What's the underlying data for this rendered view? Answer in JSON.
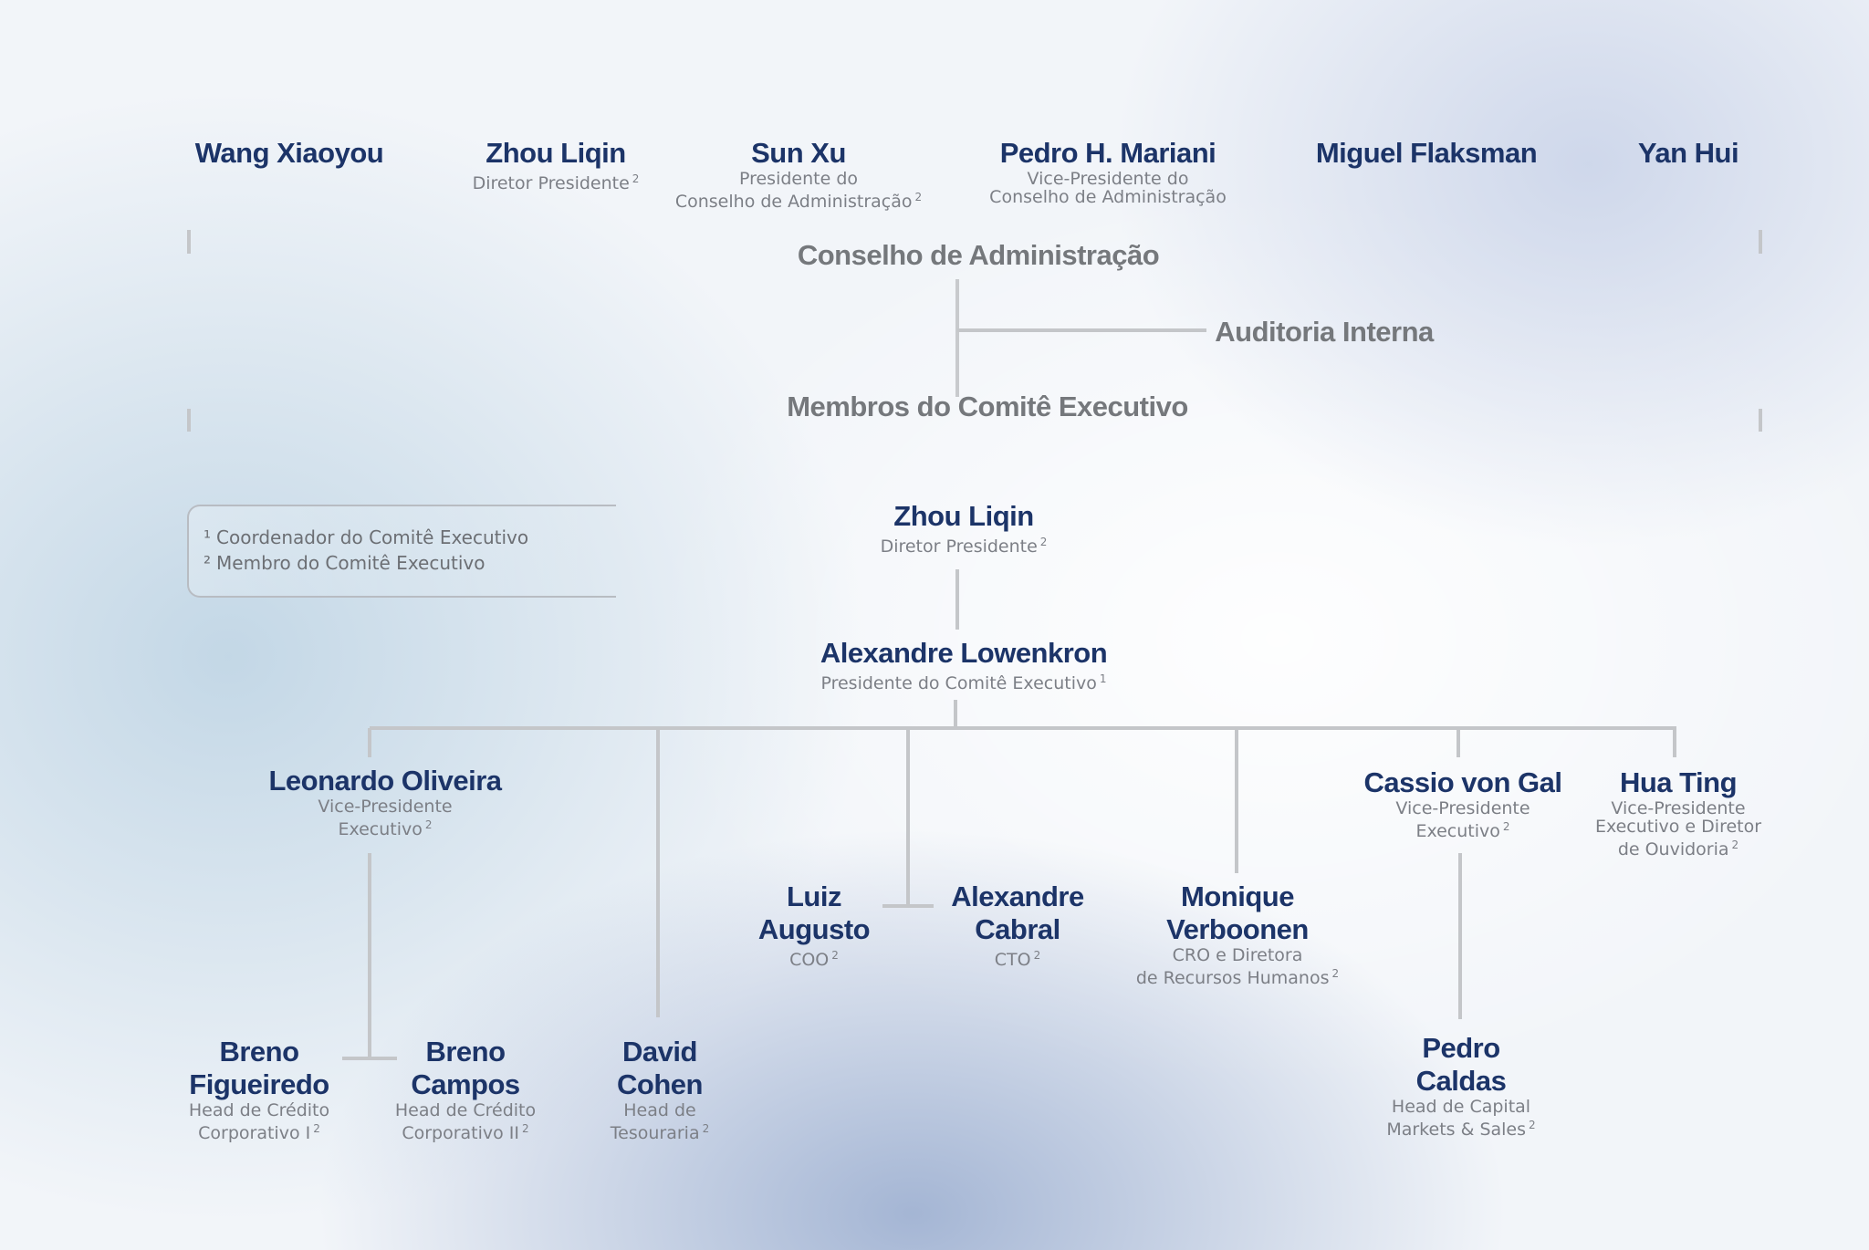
{
  "board": {
    "members": [
      {
        "name": "Wang Xiaoyou",
        "role_line1": "",
        "role_line2": "",
        "note": ""
      },
      {
        "name": "Zhou Liqin",
        "role_line1": "Diretor Presidente",
        "role_line2": "",
        "note": "2"
      },
      {
        "name": "Sun Xu",
        "role_line1": "Presidente do",
        "role_line2": "Conselho de Administração",
        "note": "2"
      },
      {
        "name": "Pedro H. Mariani",
        "role_line1": "Vice-Presidente do",
        "role_line2": "Conselho de Administração",
        "note": ""
      },
      {
        "name": "Miguel Flaksman",
        "role_line1": "",
        "role_line2": "",
        "note": ""
      },
      {
        "name": "Yan Hui",
        "role_line1": "",
        "role_line2": "",
        "note": ""
      }
    ],
    "section_label": "Conselho de Administração"
  },
  "audit": {
    "label": "Auditoria Interna"
  },
  "committee": {
    "section_label": "Membros do Comitê Executivo"
  },
  "legend": {
    "items": [
      {
        "mark": "¹",
        "text": "Coordenador do Comitê Executivo"
      },
      {
        "mark": "²",
        "text": "Membro do Comitê Executivo"
      }
    ]
  },
  "executives": {
    "ceo": {
      "name": "Zhou Liqin",
      "role_line1": "Diretor Presidente",
      "note": "2"
    },
    "president": {
      "name": "Alexandre Lowenkron",
      "role_line1": "Presidente do Comitê Executivo",
      "note": "1"
    },
    "leonardo": {
      "name": "Leonardo Oliveira",
      "role_line1": "Vice-Presidente",
      "role_line2": "Executivo",
      "note": "2"
    },
    "cassio": {
      "name": "Cassio von Gal",
      "role_line1": "Vice-Presidente",
      "role_line2": "Executivo",
      "note": "2"
    },
    "hua": {
      "name": "Hua Ting",
      "role_line1": "Vice-Presidente",
      "role_line2": "Executivo e Diretor",
      "role_line3": "de Ouvidoria",
      "note": "2"
    },
    "luiz": {
      "name_line1": "Luiz",
      "name_line2": "Augusto",
      "role_line1": "COO",
      "note": "2"
    },
    "alexandre_cabral": {
      "name_line1": "Alexandre",
      "name_line2": "Cabral",
      "role_line1": "CTO",
      "note": "2"
    },
    "monique": {
      "name_line1": "Monique",
      "name_line2": "Verboonen",
      "role_line1": "CRO e Diretora",
      "role_line2": "de Recursos Humanos",
      "note": "2"
    },
    "breno_f": {
      "name_line1": "Breno",
      "name_line2": "Figueiredo",
      "role_line1": "Head de Crédito",
      "role_line2": "Corporativo I",
      "note": "2"
    },
    "breno_c": {
      "name_line1": "Breno",
      "name_line2": "Campos",
      "role_line1": "Head de Crédito",
      "role_line2": "Corporativo II",
      "note": "2"
    },
    "david": {
      "name_line1": "David",
      "name_line2": "Cohen",
      "role_line1": "Head de",
      "role_line2": "Tesouraria",
      "note": "2"
    },
    "pedro_c": {
      "name_line1": "Pedro",
      "name_line2": "Caldas",
      "role_line1": "Head de Capital",
      "role_line2": "Markets & Sales",
      "note": "2"
    }
  }
}
